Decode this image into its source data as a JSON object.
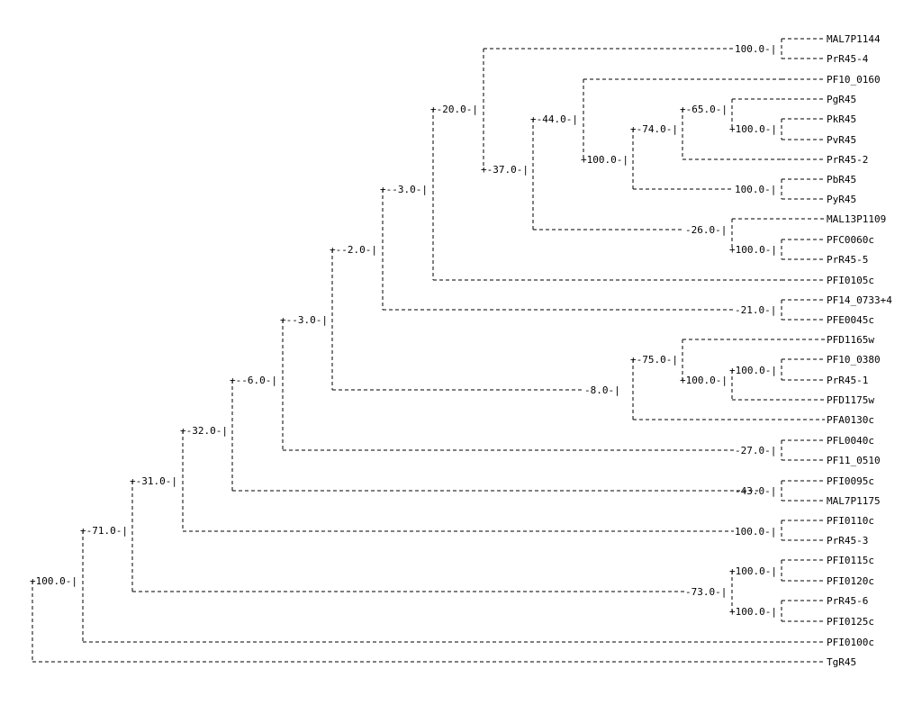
{
  "tree": {
    "leaves": [
      "MAL7P1144",
      "PrR45-4",
      "PF10_0160",
      "PgR45",
      "PkR45",
      "PvR45",
      "PrR45-2",
      "PbR45",
      "PyR45",
      "MAL13P1109",
      "PFC0060c",
      "PrR45-5",
      "PFI0105c",
      "PF14_0733+4",
      "PFE0045c",
      "PFD1165w",
      "PF10_0380",
      "PrR45-1",
      "PFD1175w",
      "PFA0130c",
      "PFL0040c",
      "PF11_0510",
      "PFI0095c",
      "MAL7P1175",
      "PFI0110c",
      "PrR45-3",
      "PFI0115c",
      "PFI0120c",
      "PrR45-6",
      "PFI0125c",
      "PFI0100c",
      "TgR45"
    ],
    "nodes": {
      "root": "100.0",
      "n71": "71.0",
      "n31": "31.0",
      "n32": "32.0",
      "n6": "6.0",
      "n3a": "3.0",
      "n2": "2.0",
      "n3b": "3.0",
      "n20": "20.0",
      "n37": "37.0",
      "n44": "44.0",
      "n100d": "100.0",
      "n74": "74.0",
      "n65": "65.0",
      "n100pk": "100.0",
      "n100pb": "100.0",
      "n100mal": "100.0",
      "n26": "26.0",
      "n100pfc": "100.0",
      "n21": "21.0",
      "n8": "8.0",
      "n75": "75.0",
      "n100g": "100.0",
      "n100pf10": "100.0",
      "n27": "27.0",
      "n43": "43.0",
      "n100pfi110": "100.0",
      "n73": "73.0",
      "n100pfi115": "100.0",
      "n100prr6": "100.0"
    }
  }
}
